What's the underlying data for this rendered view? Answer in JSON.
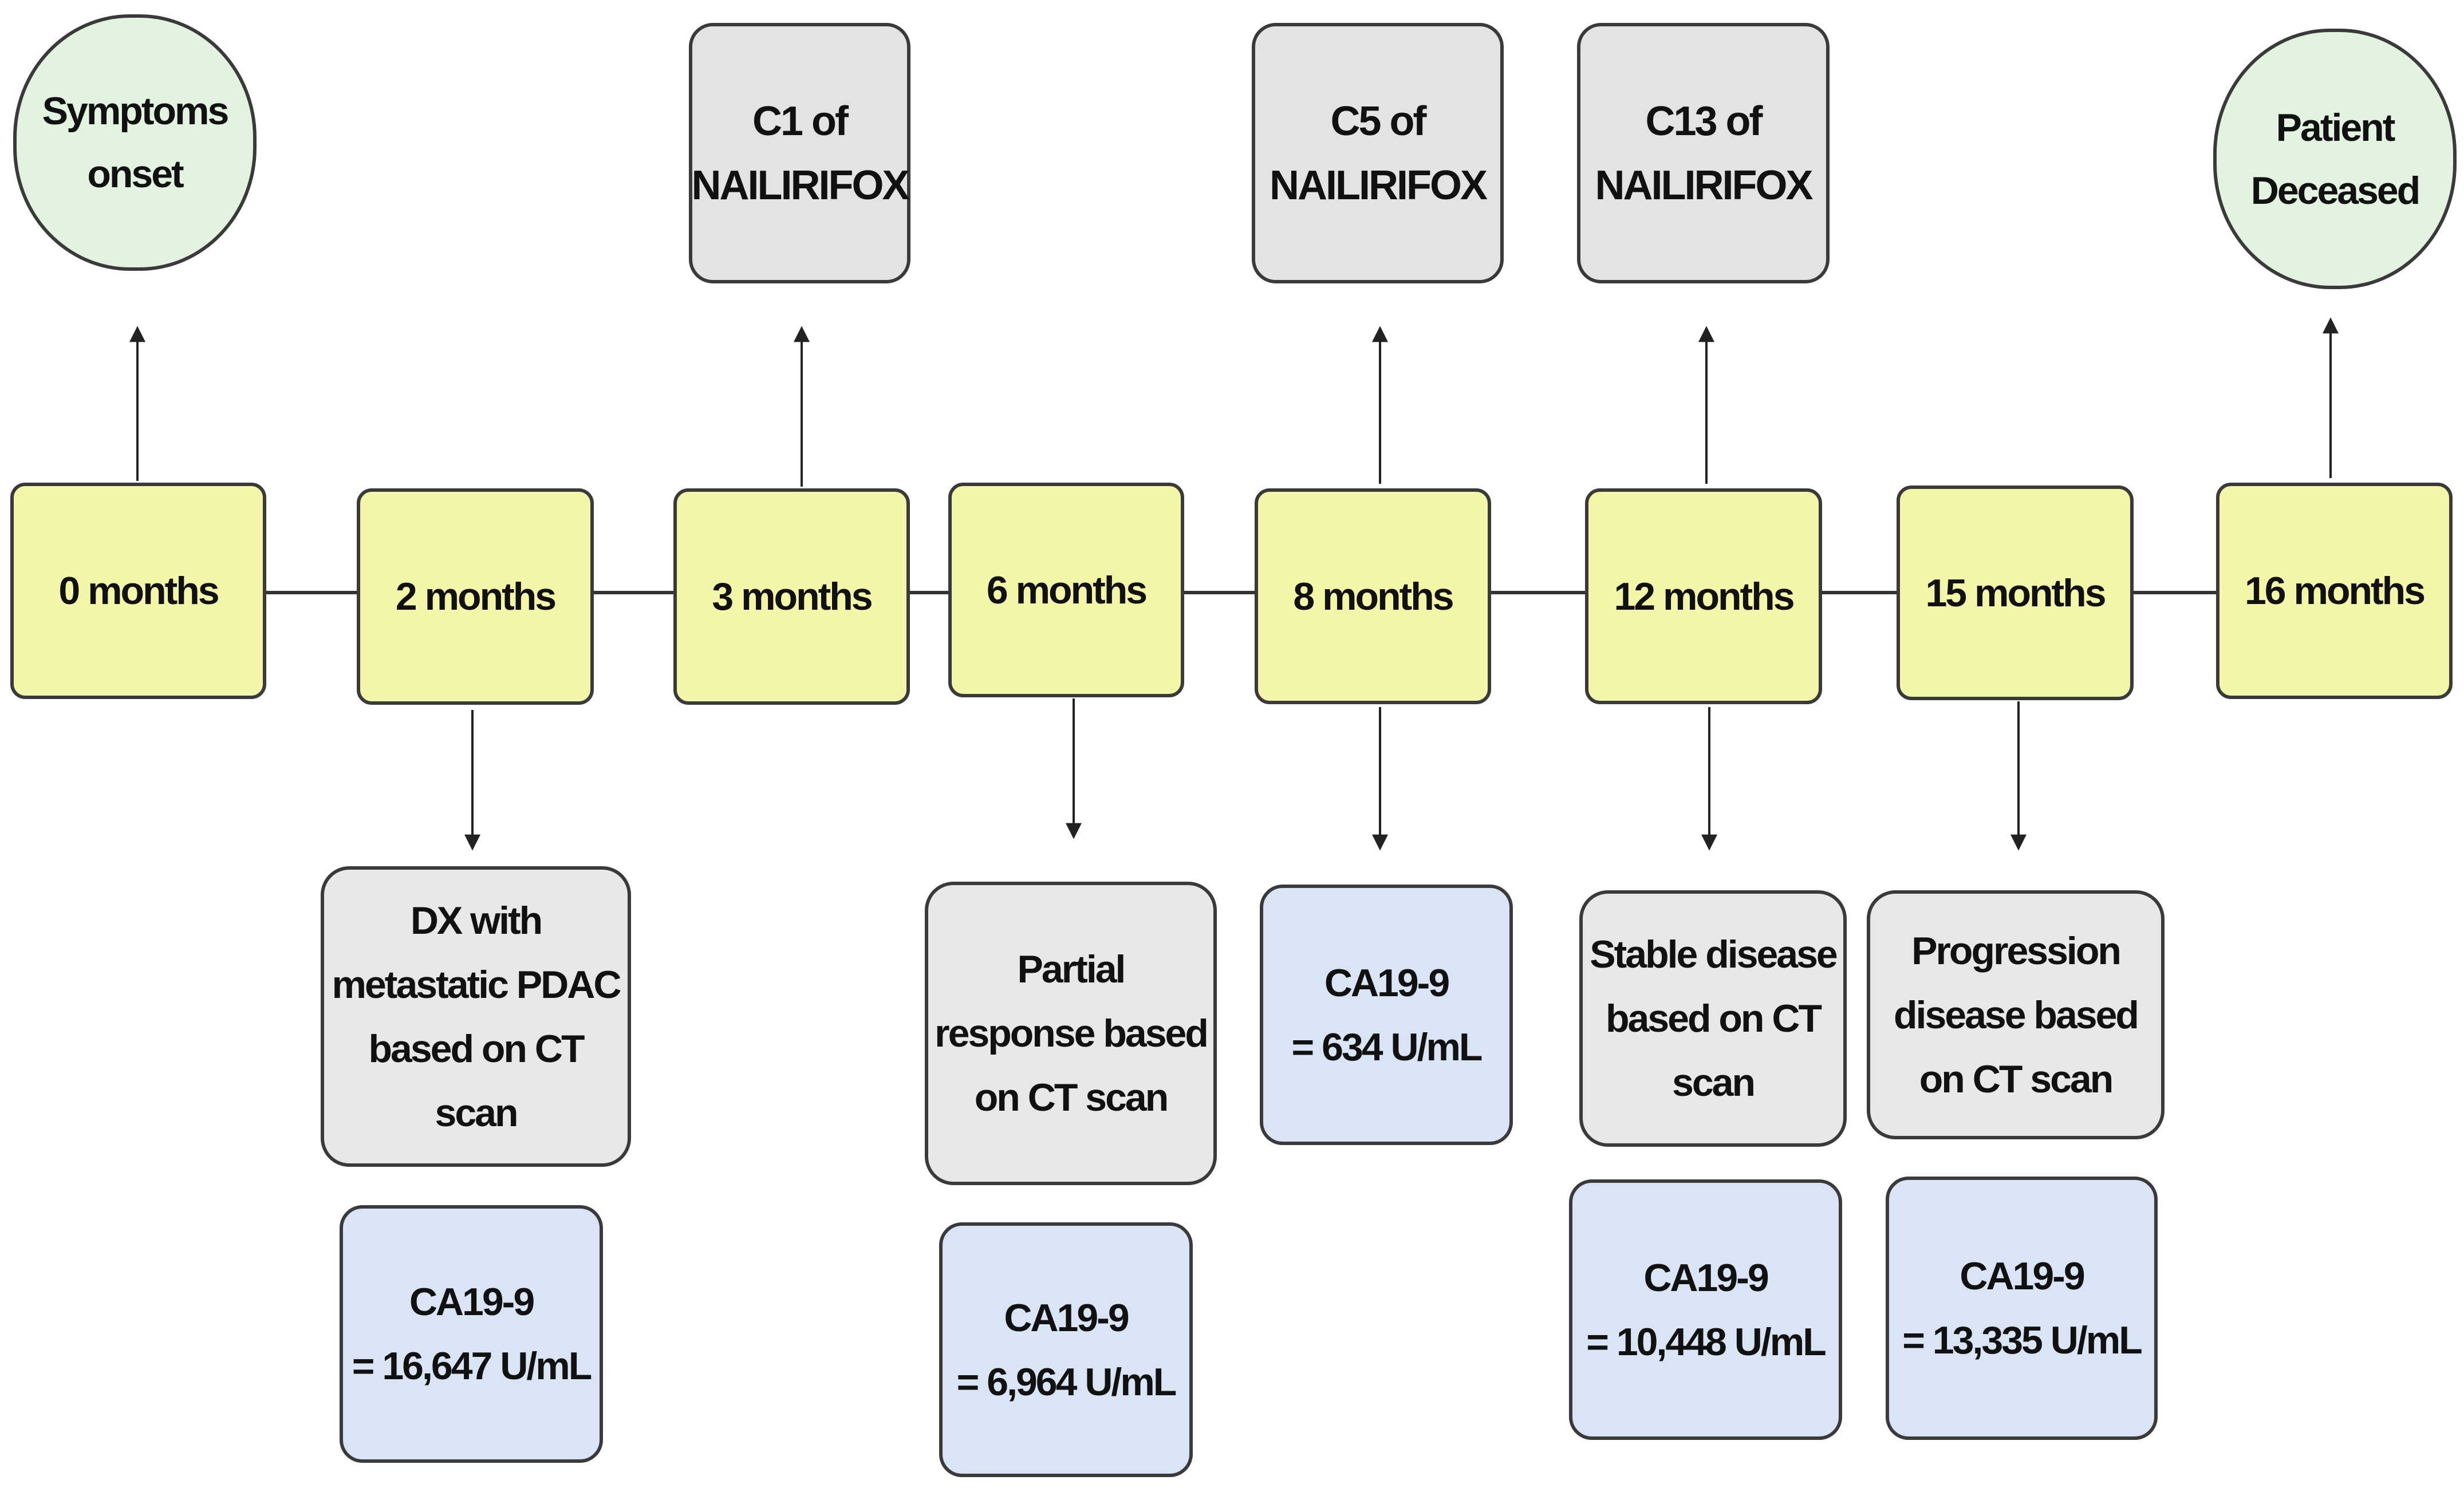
{
  "colors": {
    "timepoint_fill": "#f3f6a8",
    "event_fill": "#e2f3df",
    "treatment_fill": "#e3e3e3",
    "finding_fill": "#e8e8e8",
    "marker_fill": "#d9e5f5",
    "stroke": "#3a3a3a"
  },
  "timeline": [
    "0 months",
    "2 months",
    "3 months",
    "6 months",
    "8 months",
    "12 months",
    "15 months",
    "16 months"
  ],
  "above": {
    "symptoms": [
      "Symptoms",
      "onset"
    ],
    "c1": [
      "C1 of",
      "NAILIRIFOX"
    ],
    "c5": [
      "C5 of",
      "NAILIRIFOX"
    ],
    "c13": [
      "C13 of",
      "NAILIRIFOX"
    ],
    "deceased": [
      "Patient",
      "Deceased"
    ]
  },
  "below": {
    "dx": [
      "DX with",
      "metastatic PDAC",
      "based on CT scan"
    ],
    "partial": [
      "Partial",
      "response based",
      "on CT scan"
    ],
    "stable": [
      "Stable disease",
      "based on CT",
      "scan"
    ],
    "progression": [
      "Progression",
      "disease based",
      "on CT scan"
    ]
  },
  "markers": {
    "m2": [
      "CA19-9",
      "= 16,647 U/mL"
    ],
    "m6": [
      "CA19-9",
      "= 6,964 U/mL"
    ],
    "m8": [
      "CA19-9",
      "= 634 U/mL"
    ],
    "m12": [
      "CA19-9",
      "= 10,448 U/mL"
    ],
    "m15": [
      "CA19-9",
      "= 13,335 U/mL"
    ]
  }
}
